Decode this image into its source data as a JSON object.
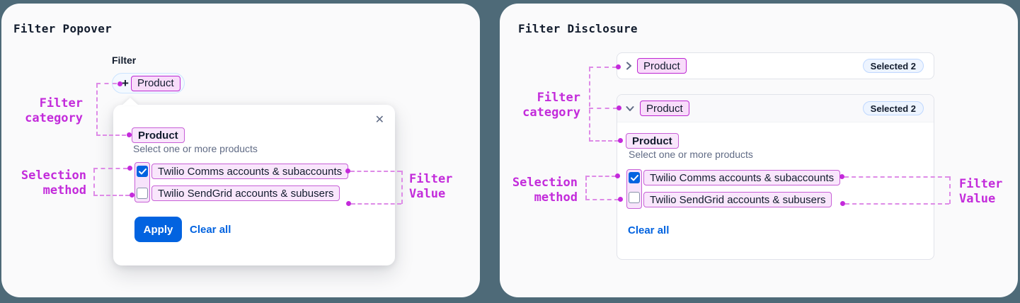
{
  "colors": {
    "primary_blue": "#0263E0",
    "text_navy": "#121C2D",
    "text_muted": "#606B85",
    "annotation_magenta": "#C42ADB",
    "chip_pink_bg": "#F8DCFA",
    "chip_pink_border": "#BE27D3",
    "row_border_gray": "#E1E3EA",
    "badge_blue_bg": "#EDF4FF"
  },
  "icons": {
    "plus": "+",
    "close": "✕"
  },
  "left_panel": {
    "title": "Filter Popover",
    "filter_heading": "Filter",
    "add_filter_chip": "Product",
    "popover": {
      "category_label": "Product",
      "helper_text": "Select one or more products",
      "options": [
        {
          "label": "Twilio Comms accounts & subaccounts",
          "checked": true
        },
        {
          "label": "Twilio SendGrid accounts & subusers",
          "checked": false
        }
      ],
      "apply_button": "Apply",
      "clear_all_link": "Clear all"
    }
  },
  "right_panel": {
    "title": "Filter Disclosure",
    "collapsed_row": {
      "chip": "Product",
      "badge": "Selected 2"
    },
    "expanded_row": {
      "chip": "Product",
      "badge": "Selected 2"
    },
    "body": {
      "category_label": "Product",
      "helper_text": "Select one or more products",
      "options": [
        {
          "label": "Twilio Comms accounts & subaccounts",
          "checked": true
        },
        {
          "label": "Twilio SendGrid accounts & subusers",
          "checked": false
        }
      ],
      "clear_all_link": "Clear all"
    }
  },
  "annotations": {
    "filter_category": "Filter category",
    "selection_method": "Selection method",
    "filter_value": "Filter Value"
  }
}
